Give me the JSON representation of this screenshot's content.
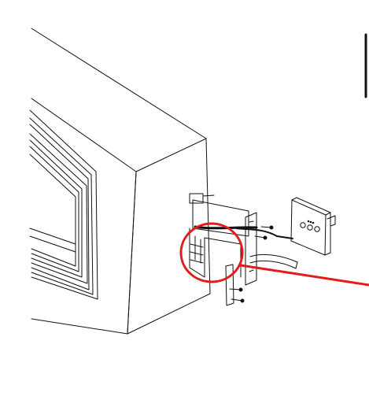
{
  "diagram": {
    "labels": [],
    "colors": {
      "line": "#111111",
      "fill": "#ffffff",
      "highlight": "#e41b1b"
    },
    "parts": [
      "fireplace-unit",
      "screen-frame",
      "junction-box",
      "mounting-plate",
      "wall-switch-plate",
      "cable",
      "screws",
      "callout-circle"
    ]
  }
}
